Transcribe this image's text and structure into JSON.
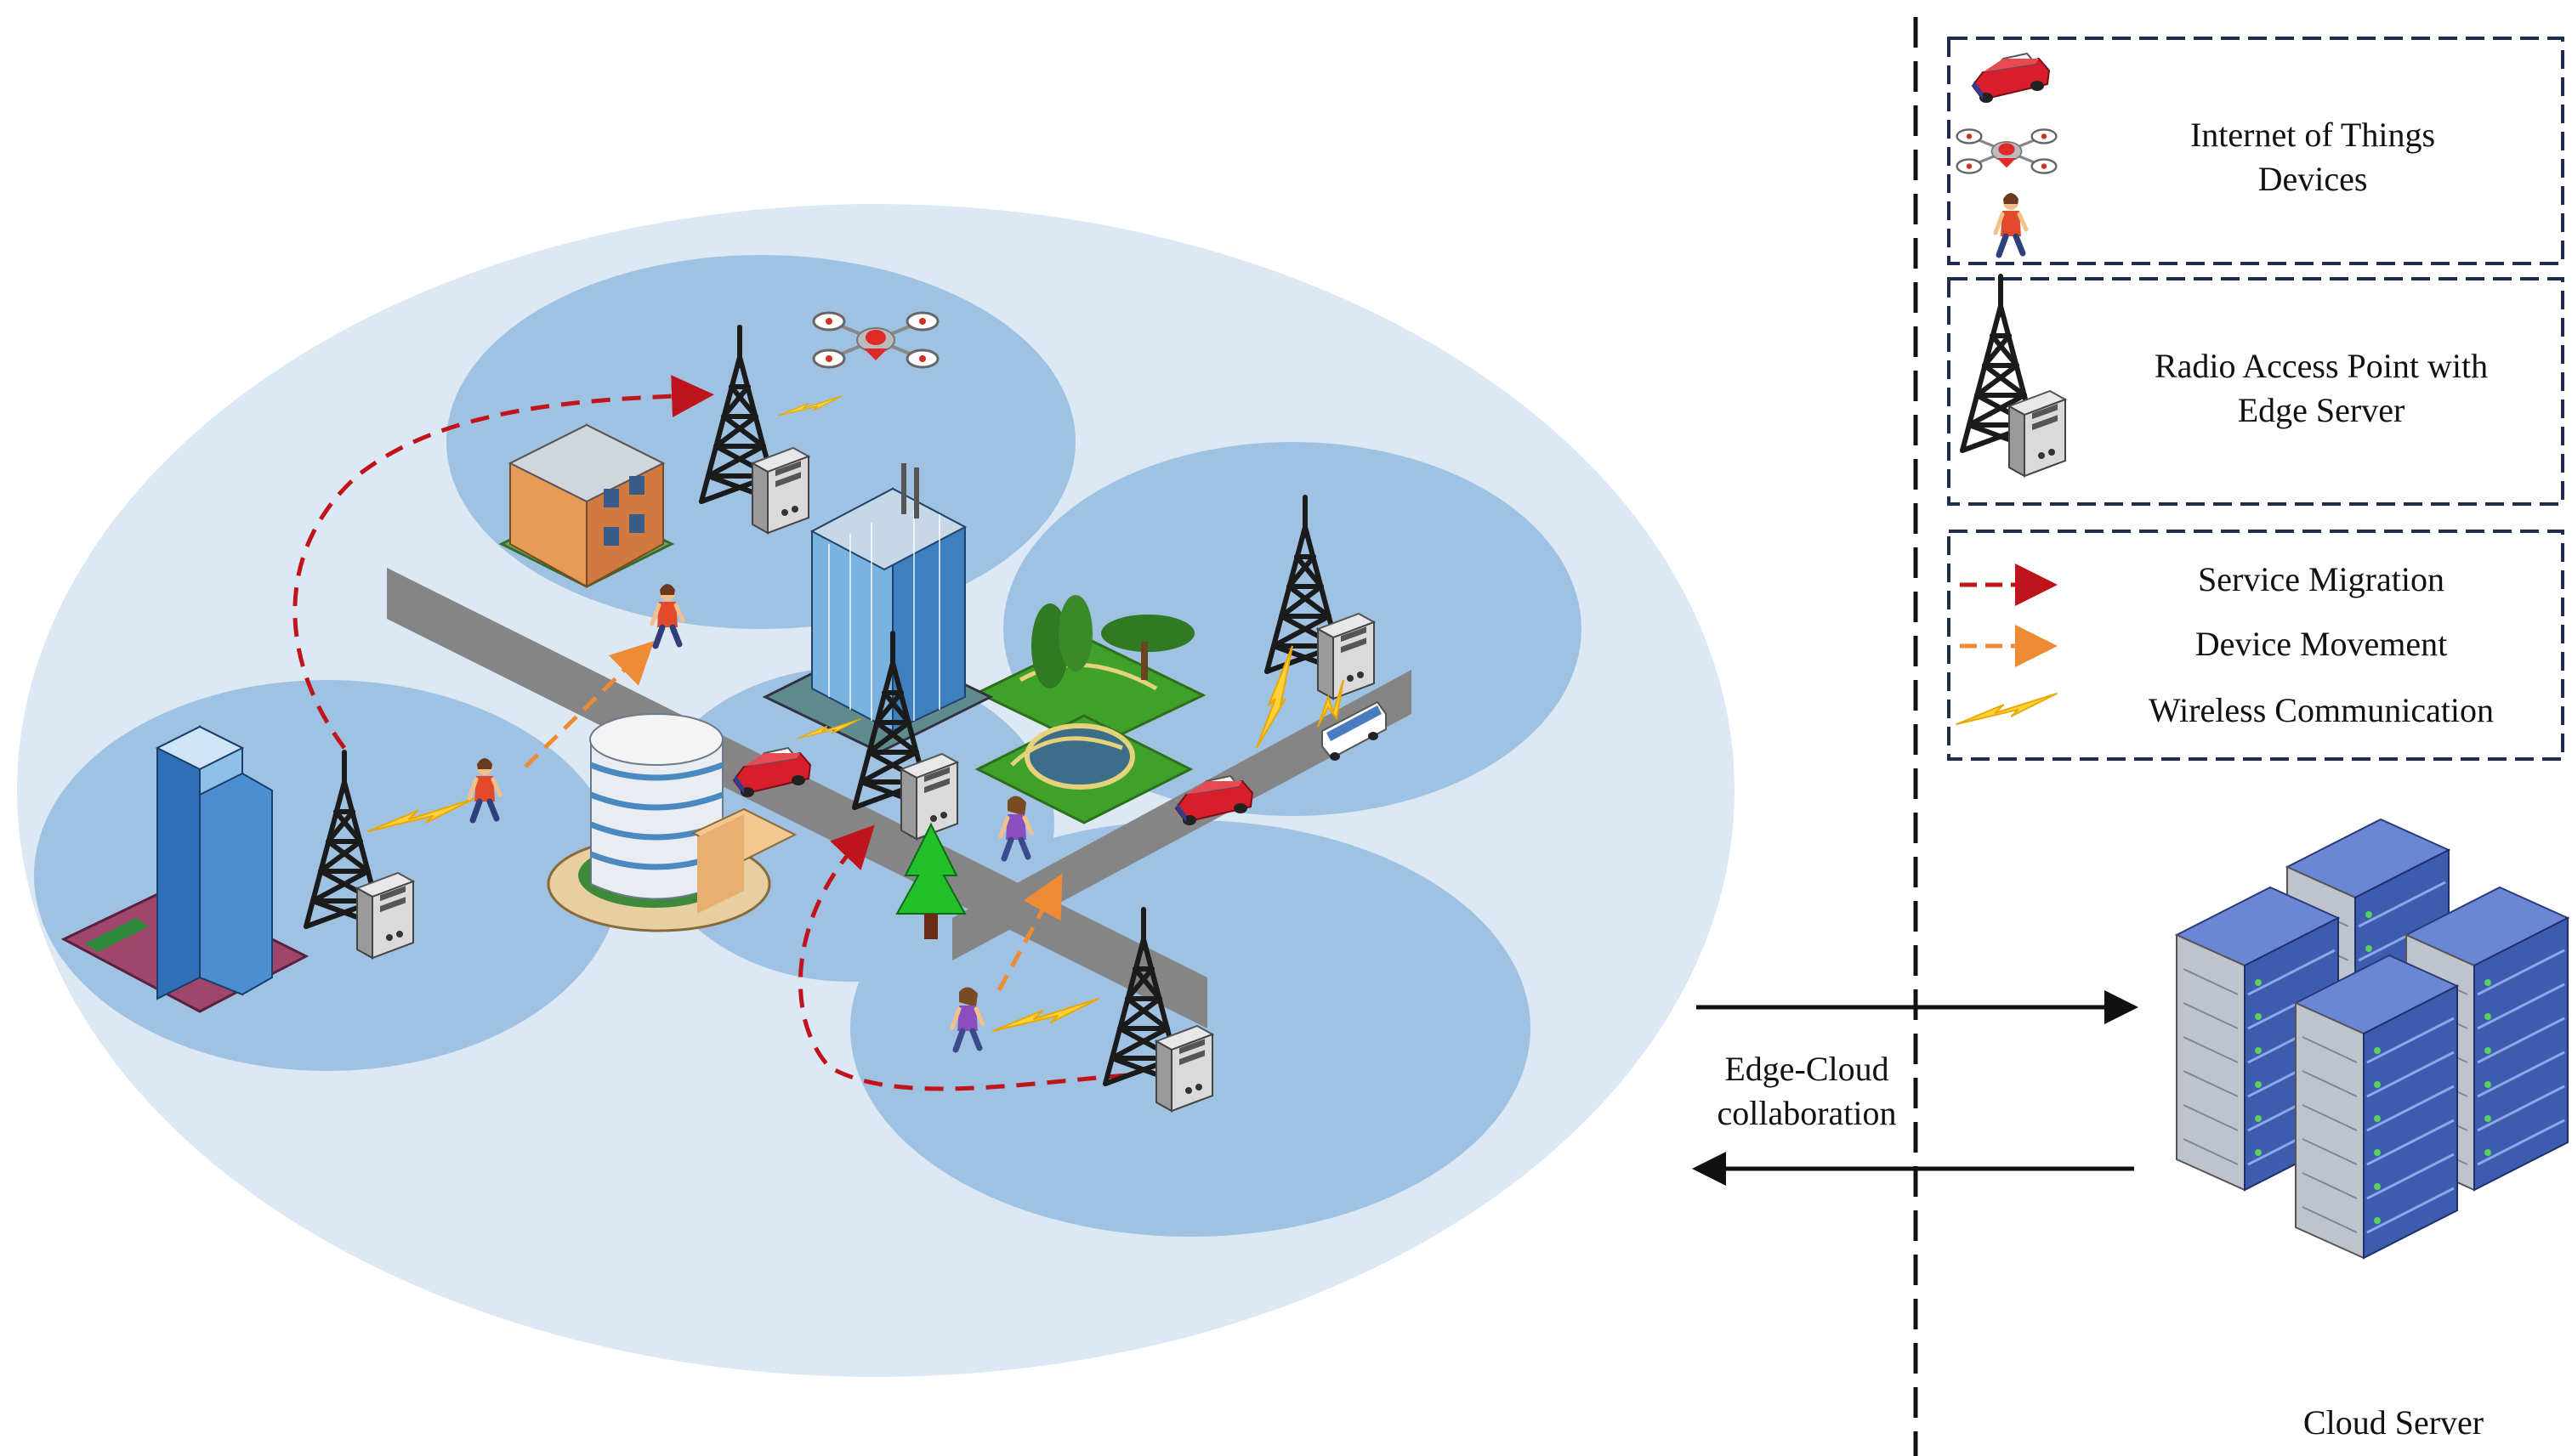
{
  "legend": {
    "iot_devices": "Internet of Things\nDevices",
    "rap_edge": "Radio Access Point with\nEdge Server",
    "service_migration": "Service Migration",
    "device_movement": "Device Movement",
    "wireless_communication": "Wireless Communication"
  },
  "labels": {
    "edge_cloud": "Edge-Cloud\ncollaboration",
    "cloud_server": "Cloud Server"
  },
  "colors": {
    "outer_ellipse": "#dce8f3",
    "cell": "#9fc2e3",
    "road": "#858585",
    "migration_arrow": "#c0141c",
    "movement_arrow": "#ef8a35",
    "lightning": "#ffd23c",
    "legend_border": "#1e2d4f",
    "server_blue": "#3c5cb0"
  },
  "icons": {
    "car": "car-icon",
    "drone": "drone-icon",
    "person": "person-icon",
    "tower": "cell-tower-icon",
    "edge_server": "edge-server-icon",
    "cloud_server": "cloud-server-rack-icon",
    "building": "building-icon",
    "park": "park-icon",
    "bus": "bus-icon",
    "tree": "tree-icon"
  }
}
